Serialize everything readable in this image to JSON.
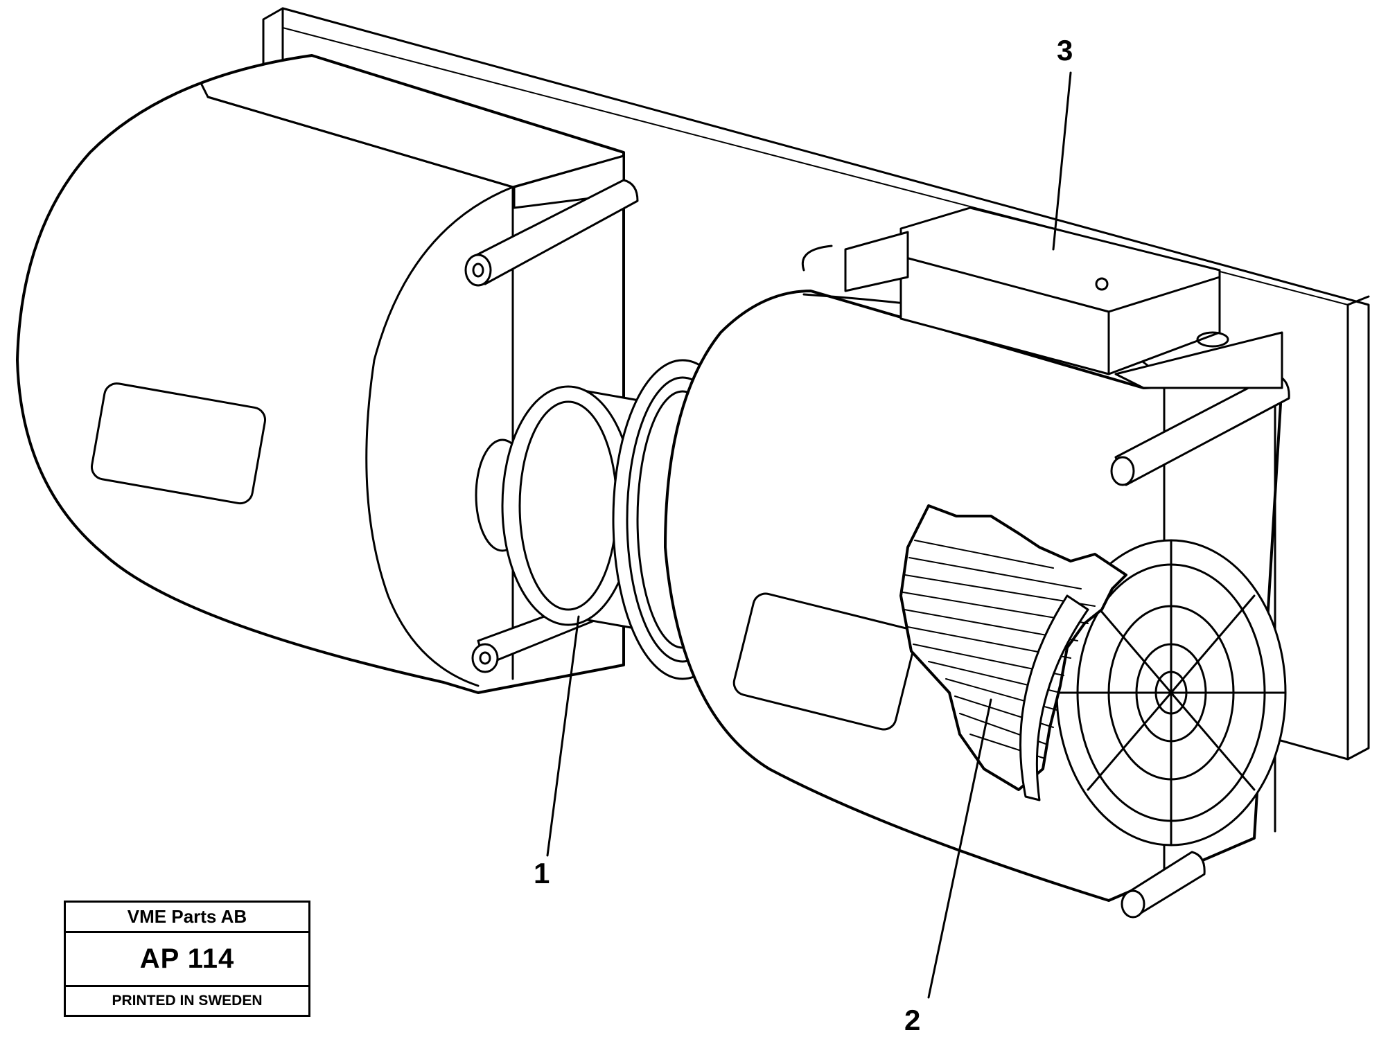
{
  "callouts": {
    "item1": "1",
    "item2": "2",
    "item3": "3"
  },
  "title_block": {
    "company": "VME Parts AB",
    "code": "AP 114",
    "printed": "PRINTED IN SWEDEN"
  },
  "colors": {
    "line": "#000000",
    "background": "#ffffff",
    "hatch": "#000000"
  }
}
